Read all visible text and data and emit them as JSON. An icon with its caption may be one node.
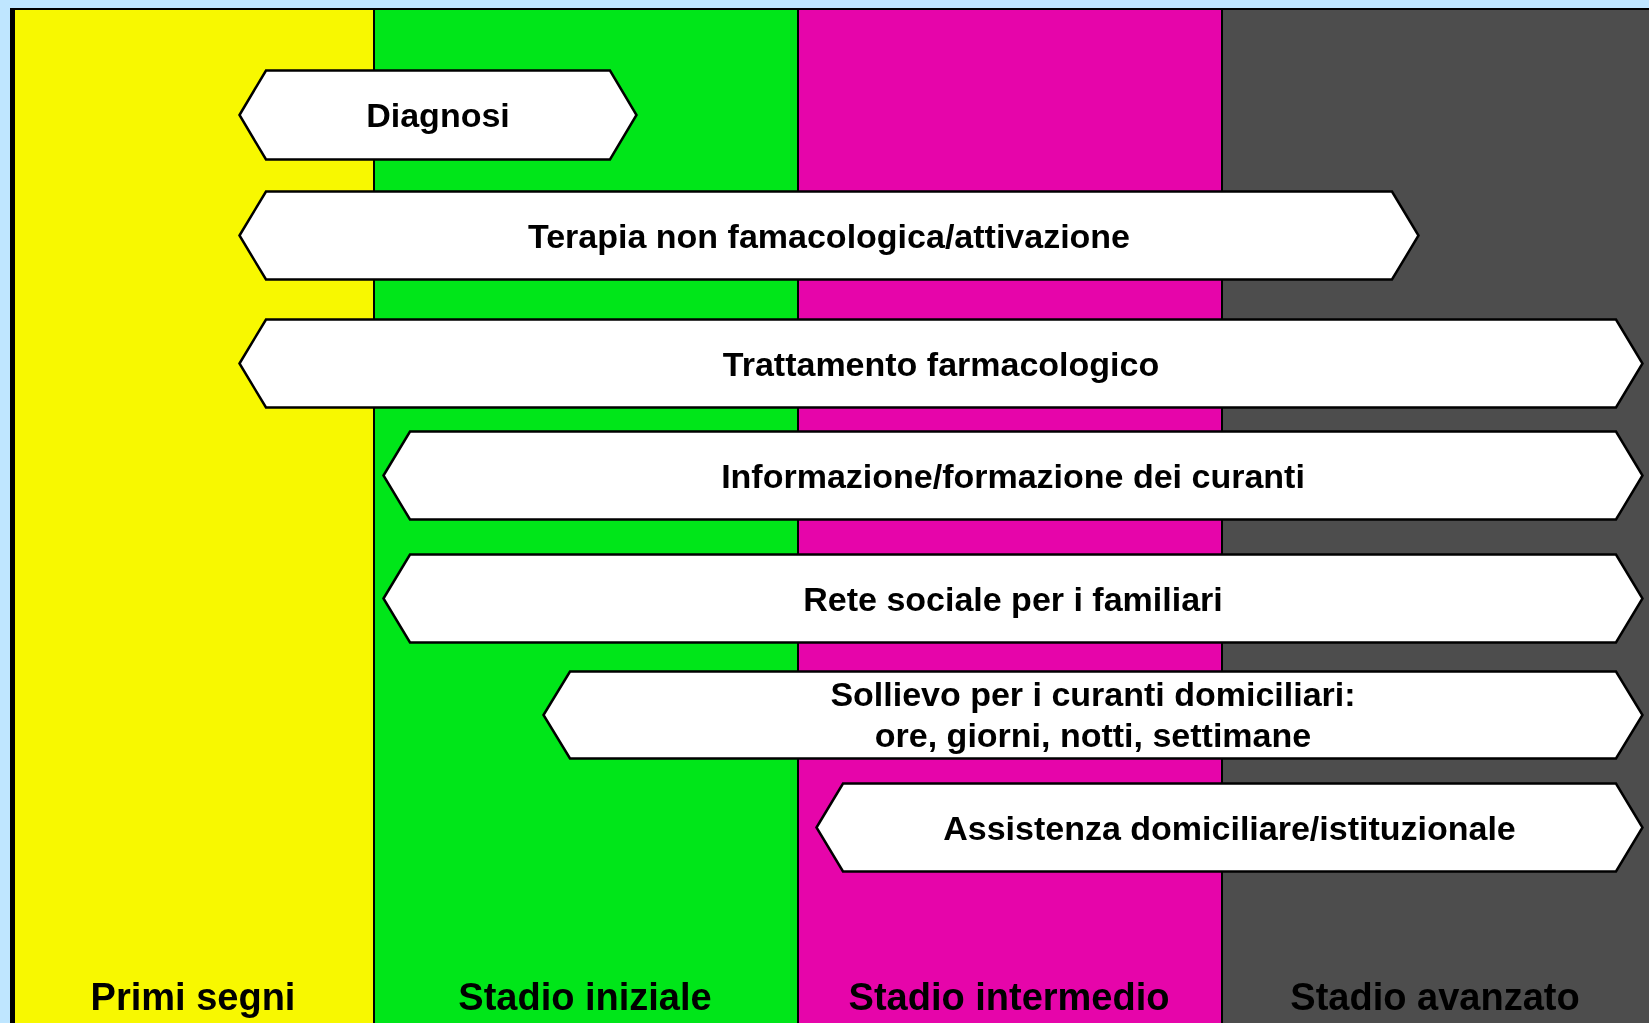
{
  "diagram": {
    "nodes": [
      {
        "text": [
          "Primi segni"
        ]
      },
      {
        "text": [
          "Stadio iniziale"
        ]
      },
      {
        "text": [
          "Stadio intermedio"
        ]
      },
      {
        "text": [
          "Stadio avanzato"
        ]
      },
      {
        "text": [
          "Diagnosi"
        ]
      },
      {
        "text": [
          "Terapia non famacologica/attivazione"
        ]
      },
      {
        "text": [
          "Trattamento farmacologico"
        ]
      },
      {
        "text": [
          "Informazione/formazione dei curanti"
        ]
      },
      {
        "text": [
          "Rete sociale per i familiari"
        ]
      },
      {
        "text": [
          "Sollievo per i curanti domiciliari: ore, giorni, notti, settimane"
        ]
      },
      {
        "text": [
          "Assistenza domiciliare/istituzionale"
        ]
      }
    ]
  }
}
